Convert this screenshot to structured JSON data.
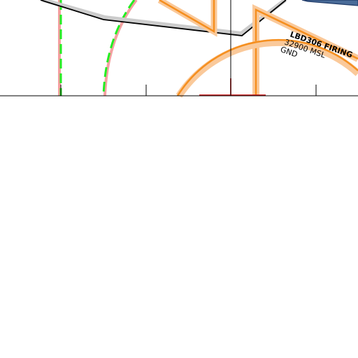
{
  "map": {
    "colors": {
      "background": "#ffffff",
      "restricted_zone": "#f58f1f",
      "restricted_zone_halo": "#fac99a",
      "boundary_line": "#000000",
      "boundary_halo": "#cccccc",
      "pink_boundary": "#f4a0a0",
      "green_dashed": "#22ee22",
      "red_line": "#cc2222",
      "blue_feature": "#1f3a68"
    },
    "zone_label": {
      "name": "LBD306 FIRING",
      "upper_limit": "32900 MSL",
      "lower_limit": "GND"
    }
  }
}
